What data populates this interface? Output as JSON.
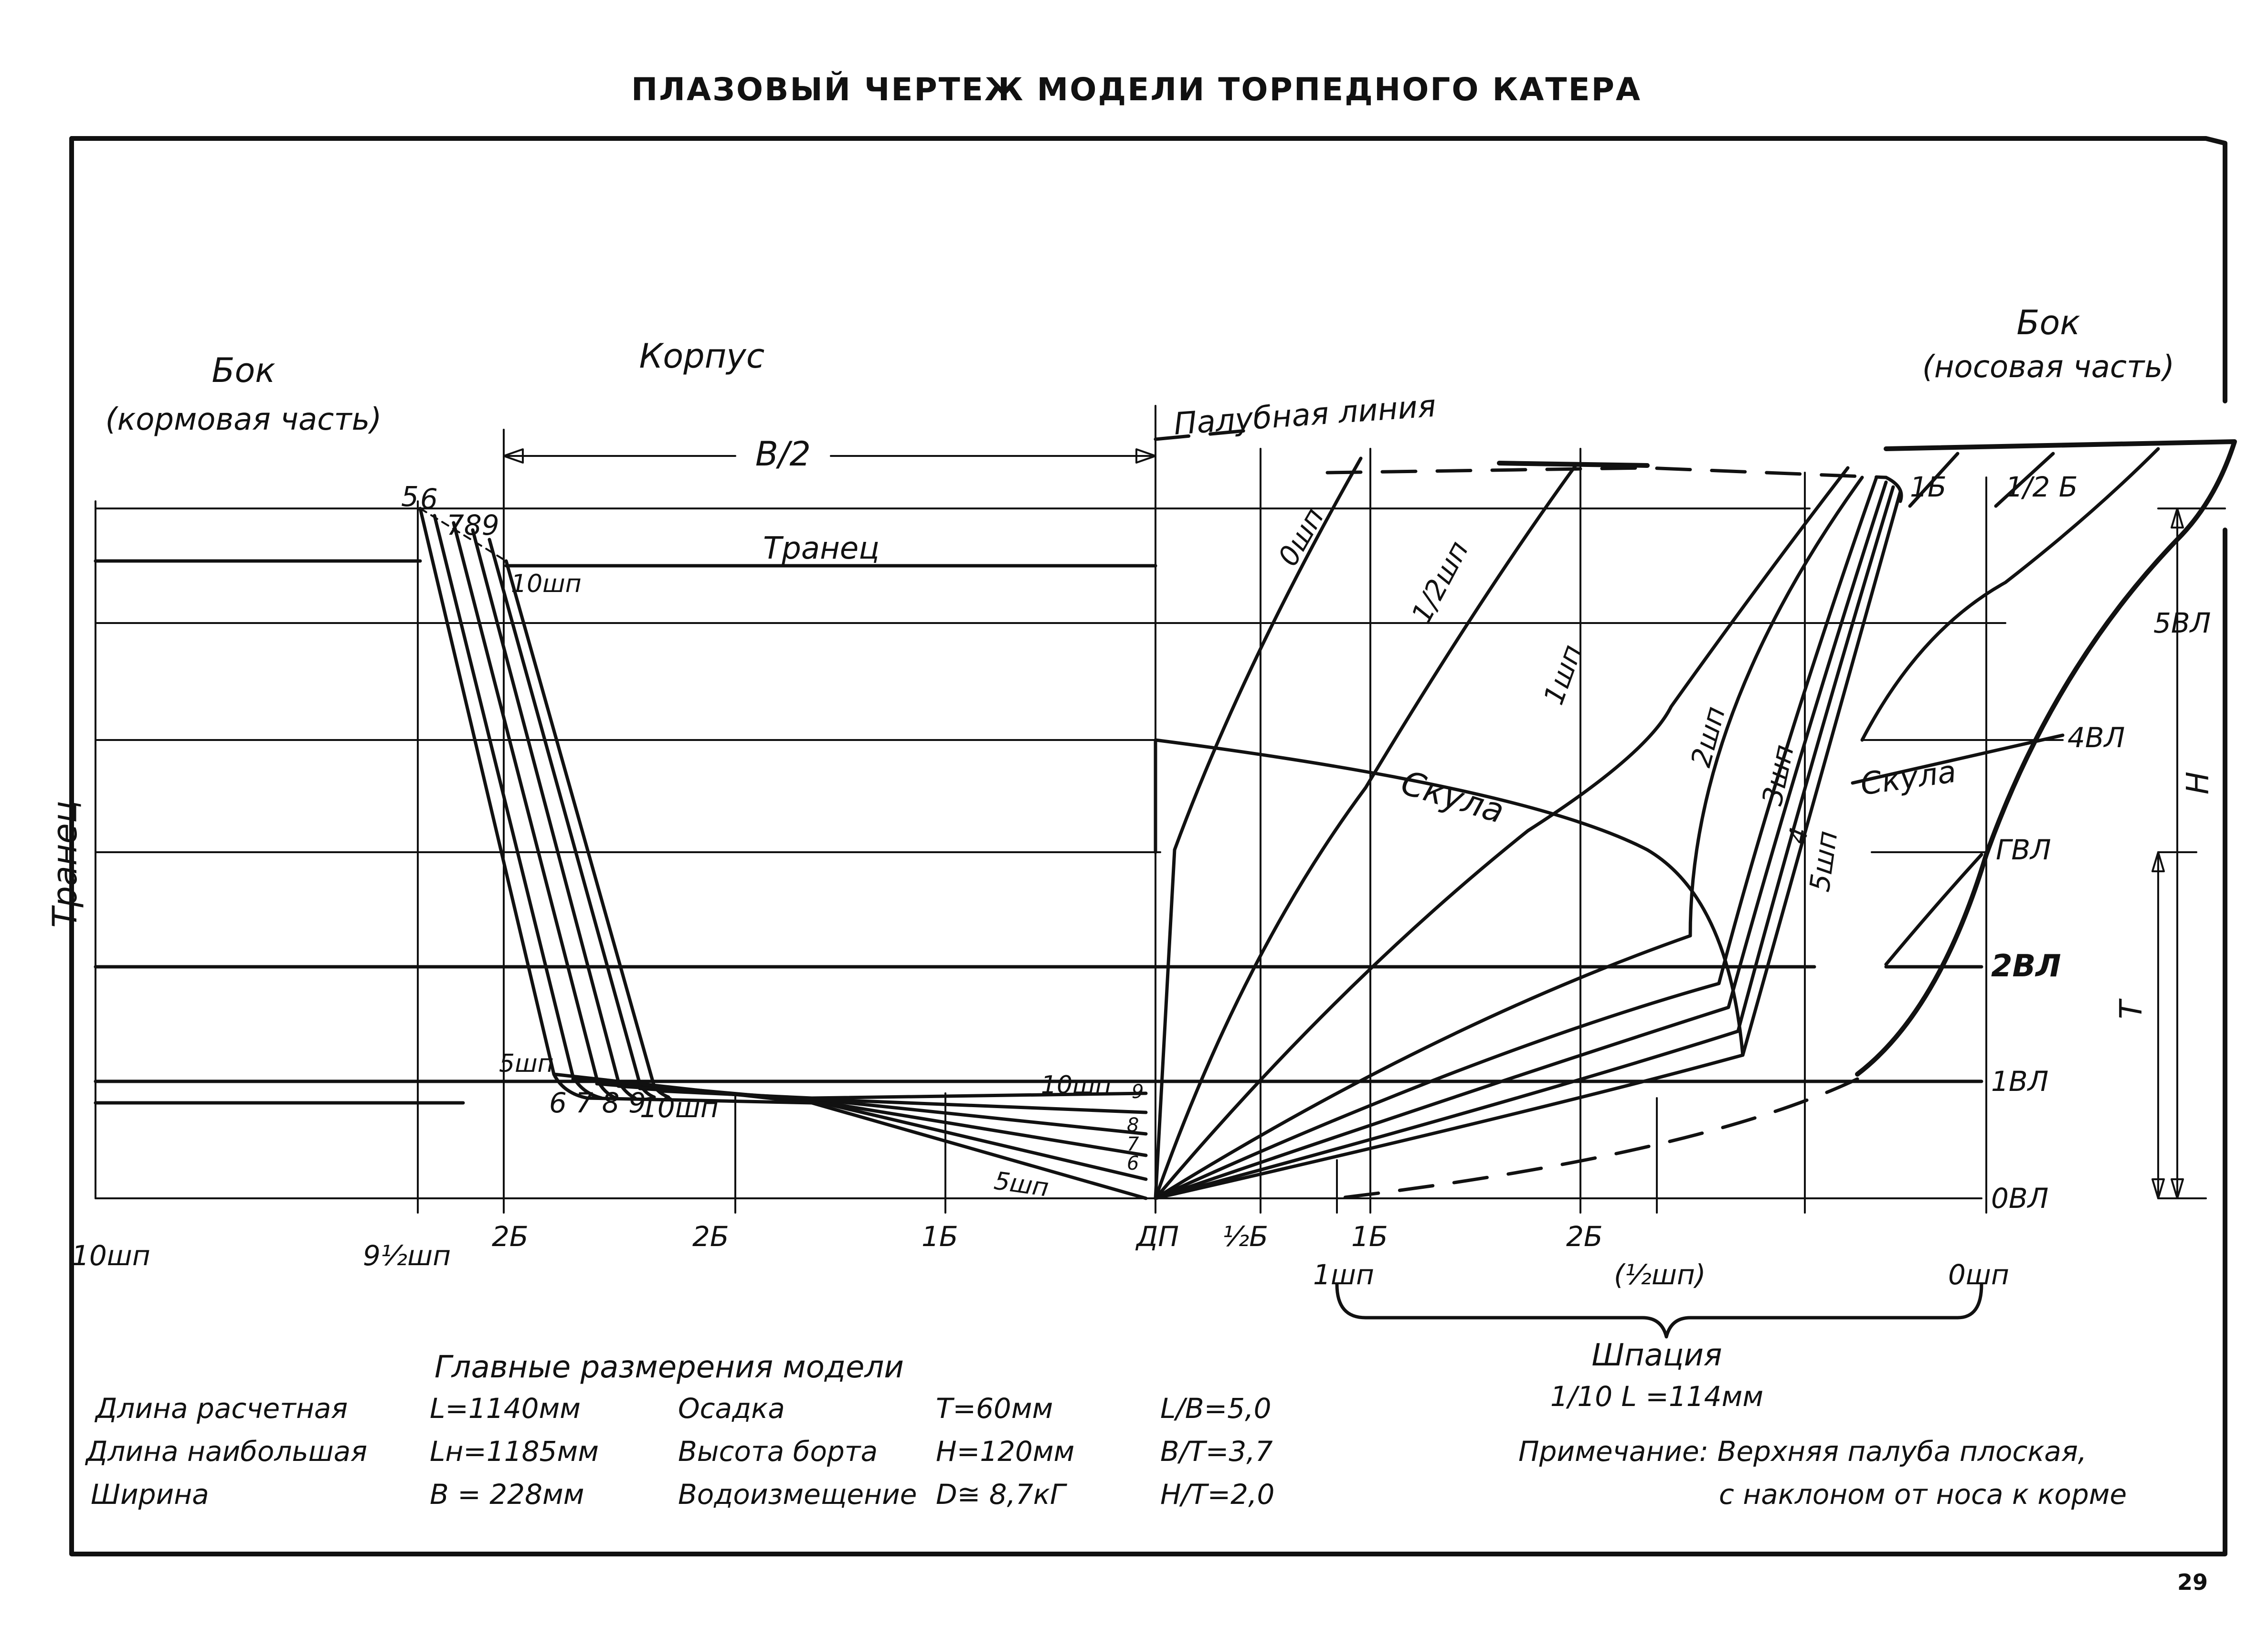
{
  "title": "ПЛАЗОВЫЙ ЧЕРТЕЖ МОДЕЛИ ТОРПЕДНОГО КАТЕРА",
  "page_number": "29",
  "views": {
    "stern_side_title": "Бок",
    "stern_side_subtitle": "(кормовая часть)",
    "body_title": "Корпус",
    "bow_side_title": "Бок",
    "bow_side_subtitle": "(носовая часть)",
    "deck_line": "Палубная линия",
    "half_beam": "В/2",
    "transom": "Транец",
    "transom_vertical": "Транец",
    "chine_body": "Скула",
    "chine_bow": "Скула"
  },
  "stern_labels": {
    "top_left": "5",
    "top_6": "6",
    "top_789": "789",
    "frame10_top": "10шп",
    "frame5_bottom": "5шп",
    "bottom_row": "6 7 8 9",
    "frame10_bottom": "10шп",
    "keel_10": "10шп",
    "keel_9": "9",
    "keel_8": "8",
    "keel_7": "7",
    "keel_6": "6",
    "keel_5": "5шп"
  },
  "bow_frames": {
    "f0": "0шп",
    "f_half": "1/2шп",
    "f1": "1шп",
    "f2": "2шп",
    "f3": "3шп",
    "f4": "4",
    "f5": "5шп"
  },
  "top_right_labels": {
    "b1": "1Б",
    "b_half": "1/2 Б"
  },
  "waterlines": {
    "wl5": "5ВЛ",
    "wl4": "4ВЛ",
    "gvl": "ГВЛ",
    "wl2": "2ВЛ",
    "wl1": "1ВЛ",
    "wl0": "0ВЛ",
    "H": "Н",
    "T": "Т"
  },
  "bottom_axis": {
    "fr10": "10шп",
    "fr9half": "9½шп",
    "b2_left": "2Б",
    "b2_mid": "2Б",
    "b1_left": "1Б",
    "dp": "ДП",
    "half_b": "½Б",
    "b1_right": "1Б",
    "b2_right": "2Б",
    "fr1": "1шп",
    "fr_half": "(½шп)",
    "fr0": "0шп"
  },
  "spacing": {
    "label": "Шпация",
    "value": "1/10 L =114мм"
  },
  "dimensions": {
    "heading": "Главные размерения модели",
    "rows": [
      {
        "name": "Длина расчетная",
        "sym": "L=1140мм",
        "name2": "Осадка",
        "sym2": "Т=60мм",
        "ratio": "L/B=5,0"
      },
      {
        "name": "Длина наибольшая",
        "sym": "Lн=1185мм",
        "name2": "Высота борта",
        "sym2": "Н=120мм",
        "ratio": "В/Т=3,7"
      },
      {
        "name": "Ширина",
        "sym": "В = 228мм",
        "name2": "Водоизмещение",
        "sym2": "D≅ 8,7кГ",
        "ratio": "Н/Т=2,0"
      }
    ]
  },
  "note": {
    "line1": "Примечание: Верхняя палуба плоская,",
    "line2": "с наклоном от носа к корме"
  }
}
